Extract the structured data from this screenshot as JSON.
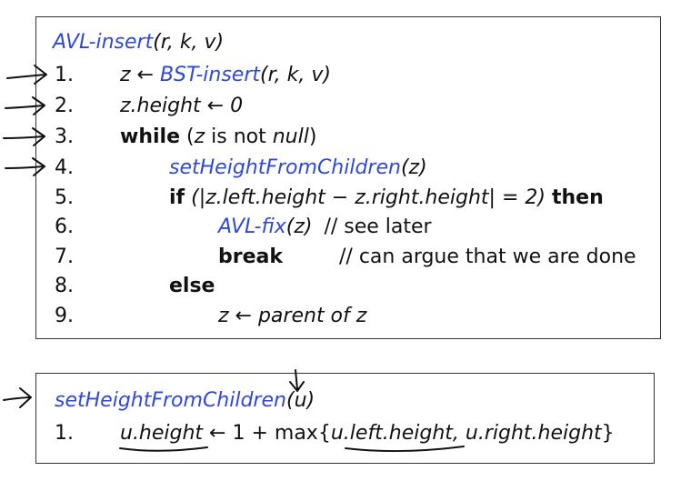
{
  "avl": {
    "fn": "AVL-insert",
    "sig": "(r, k, v)",
    "lines": [
      {
        "n": "1.",
        "a": "z ← ",
        "call": "BST-insert",
        "b": "(r, k, v)"
      },
      {
        "n": "2.",
        "a": "z.height ← 0"
      },
      {
        "n": "3.",
        "kw": "while",
        "a": " (",
        "b": "z",
        "c": " is not ",
        "d": "null",
        "e": ")"
      },
      {
        "n": "4.",
        "call": "setHeightFromChildren",
        "a": "(z)"
      },
      {
        "n": "5.",
        "kw": "if",
        "a": " (|z.left.height − z.right.height| = 2) ",
        "kw2": "then"
      },
      {
        "n": "6.",
        "call": "AVL-fix",
        "a": "(z)",
        "comment": "// see later"
      },
      {
        "n": "7.",
        "kw": "break",
        "comment": "// can argue that we are done"
      },
      {
        "n": "8.",
        "kw": "else"
      },
      {
        "n": "9.",
        "a": "z ← parent of z"
      }
    ]
  },
  "shfc": {
    "fn": "setHeightFromChildren",
    "param": "u",
    "line": {
      "n": "1.",
      "lhs": "u.height",
      "mid": " ← 1 + max{",
      "arg1": "u.left.height",
      "sep": ", ",
      "arg2": "u.right.height",
      "end": "}"
    }
  }
}
